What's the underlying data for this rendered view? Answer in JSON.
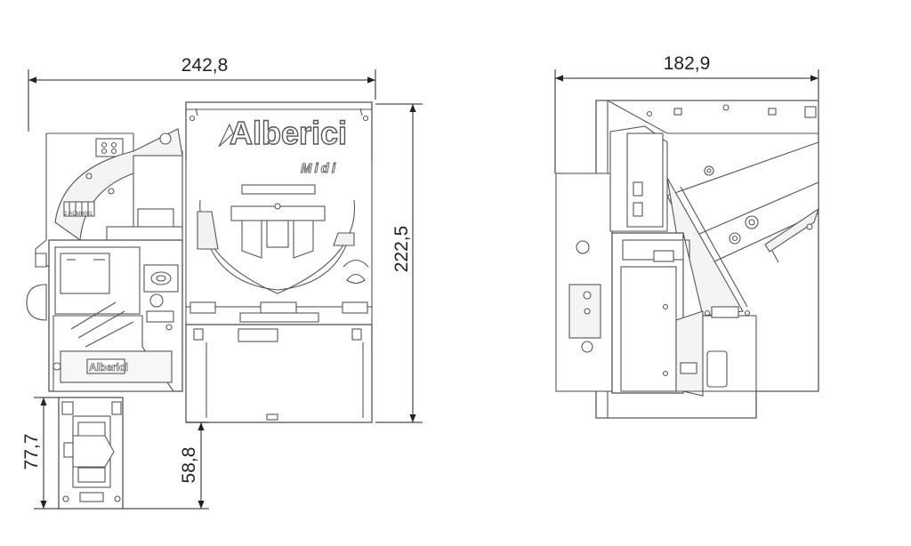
{
  "dimensions": {
    "front_width": "242,8",
    "front_height": "222,5",
    "lower_left_height": "77,7",
    "lower_mid_height": "58,8",
    "side_width": "182,9"
  },
  "labels": {
    "brand": "Alberici",
    "model": "Midi",
    "small_brand": "Alberici",
    "connector_code": "2-ACM0001"
  },
  "colors": {
    "line": "#555555",
    "dim_line": "#222222",
    "fill": "#ffffff",
    "shade": "#dddddd"
  }
}
